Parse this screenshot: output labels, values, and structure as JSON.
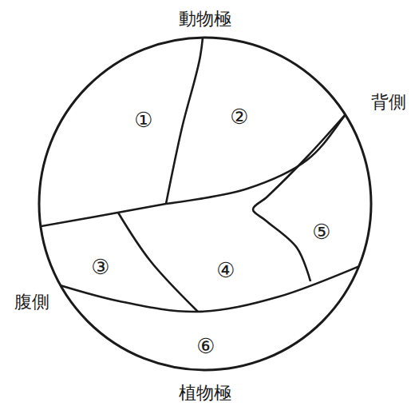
{
  "diagram": {
    "labels": [
      "動物極",
      "背側",
      "①",
      "②",
      "⑤",
      "③",
      "④",
      "腹側",
      "⑥",
      "植物極"
    ]
  }
}
